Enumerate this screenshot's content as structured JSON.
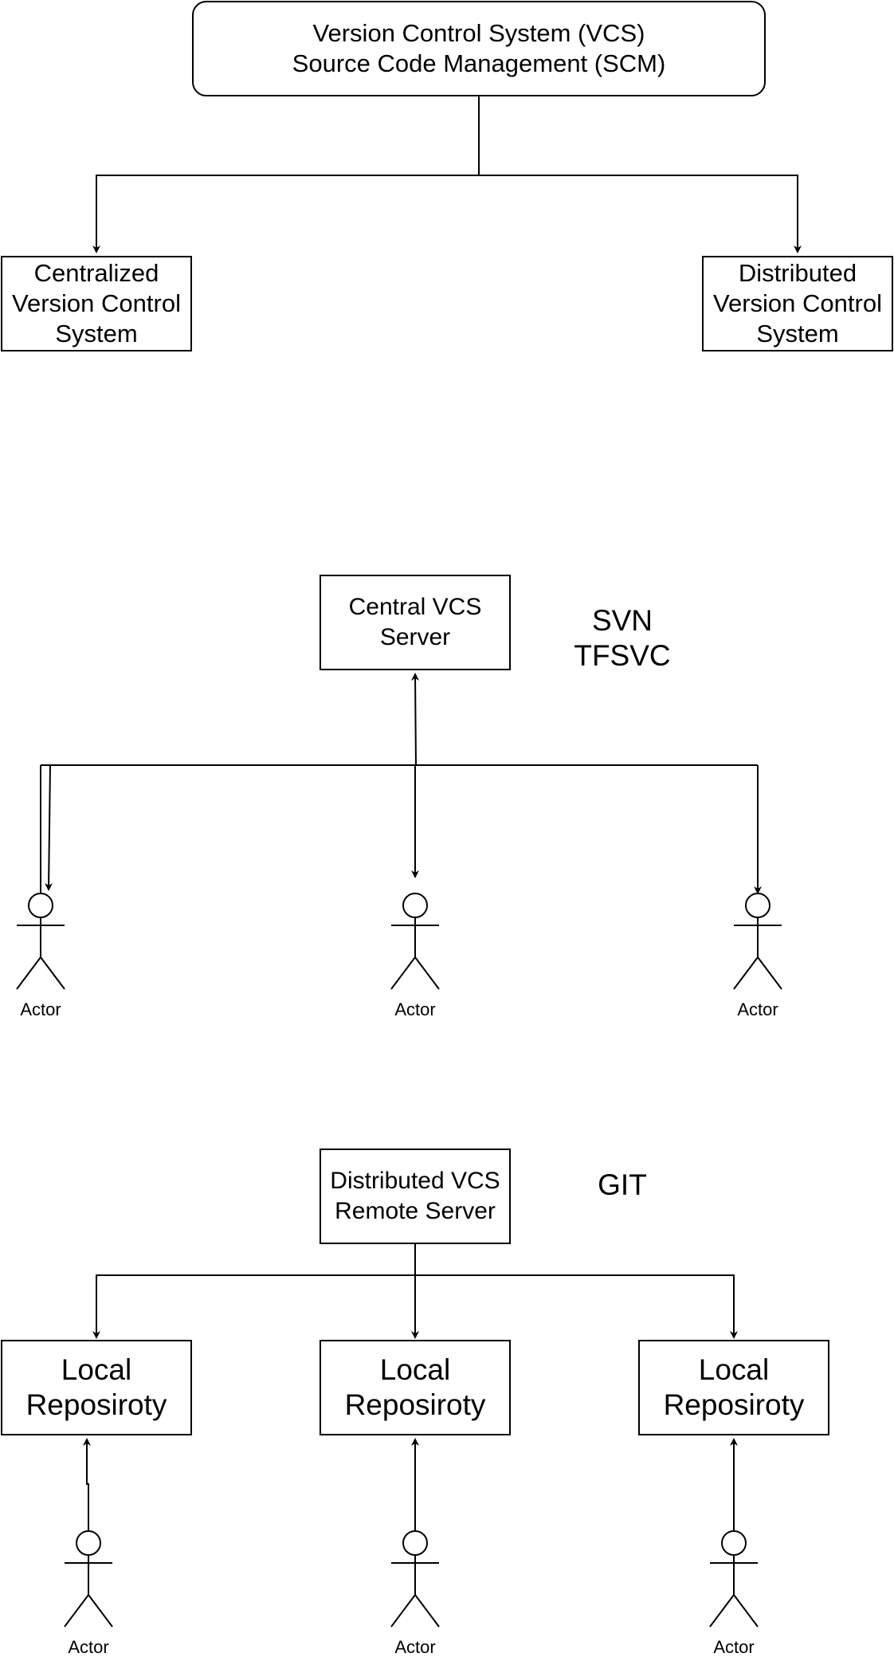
{
  "vcs_root": {
    "line1": "Version Control System (VCS)",
    "line2": "Source Code Management (SCM)"
  },
  "centralized_box": {
    "line1": "Centralized",
    "line2": "Version Control",
    "line3": "System"
  },
  "distributed_box": {
    "line1": "Distributed",
    "line2": "Version Control",
    "line3": "System"
  },
  "central_server": {
    "line1": "Central VCS",
    "line2": "Server"
  },
  "central_examples": {
    "line1": "SVN",
    "line2": "TFSVC"
  },
  "distributed_server": {
    "line1": "Distributed VCS",
    "line2": "Remote Server"
  },
  "distributed_example": "GIT",
  "local_repo": {
    "line1": "Local",
    "line2": "Reposiroty"
  },
  "actor_label": "Actor"
}
